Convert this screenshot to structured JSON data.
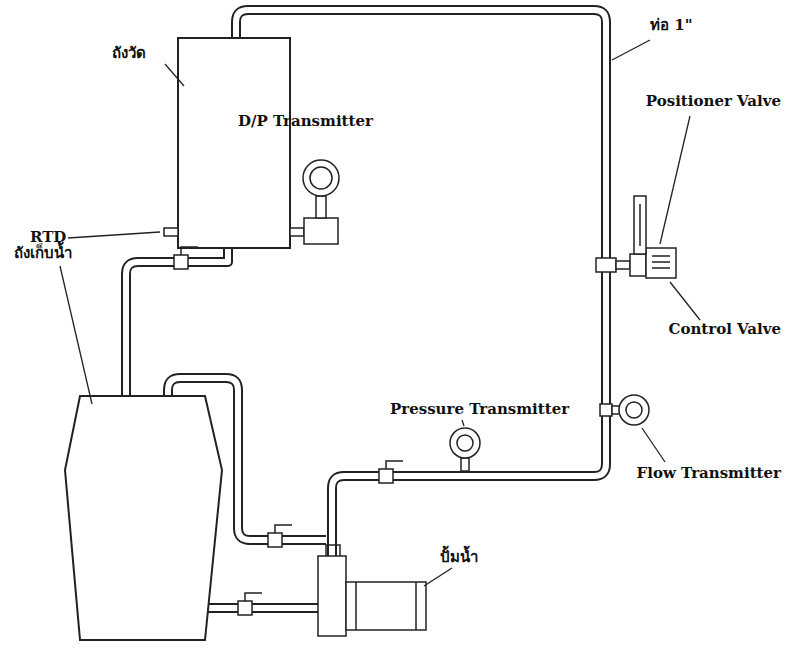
{
  "diagram": {
    "labels": [
      "ถังวัด",
      "ท่อ 1\"",
      "D/P Transmitter",
      "Positioner Valve",
      "RTD",
      "ถังเก็บน้ำ",
      "Control Valve",
      "Pressure Transmitter",
      "Flow Transmitter",
      "ปั้มน้ำ"
    ]
  }
}
